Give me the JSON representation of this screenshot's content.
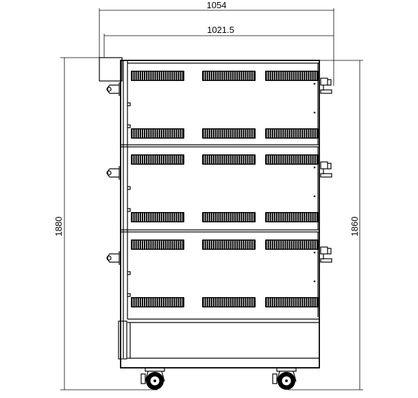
{
  "dimensions": {
    "overall_width": "1054",
    "cabinet_width": "1021.5",
    "overall_height": "1880",
    "cabinet_height": "1860"
  },
  "drawing": {
    "view": "front elevation",
    "deck_count": 3,
    "vent_rows_per_deck": 2,
    "vent_groups_per_row": 3,
    "caster_count": 2
  },
  "colors": {
    "line": "#000000",
    "background": "#ffffff"
  }
}
